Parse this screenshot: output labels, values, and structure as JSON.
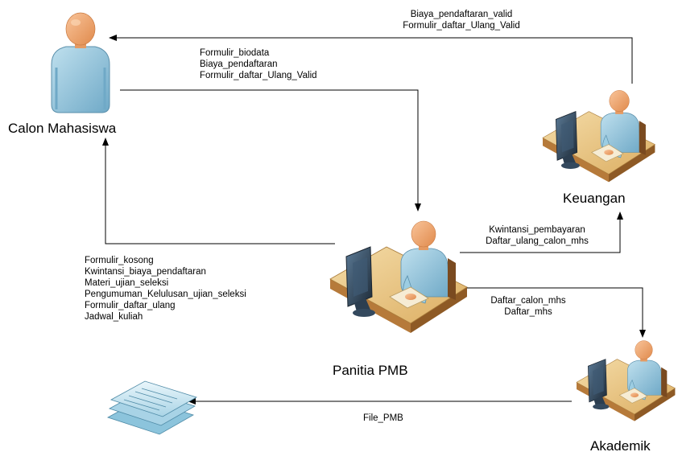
{
  "entities": {
    "calon_mahasiswa": "Calon Mahasiswa",
    "keuangan": "Keuangan",
    "panitia_pmb": "Panitia PMB",
    "akademik": "Akademik"
  },
  "flows": {
    "keuangan_to_calon": [
      "Biaya_pendaftaran_valid",
      "Formulir_daftar_Ulang_Valid"
    ],
    "calon_to_panitia": [
      "Formulir_biodata",
      "Biaya_pendaftaran",
      "Formulir_daftar_Ulang_Valid"
    ],
    "panitia_to_calon": [
      "Formulir_kosong",
      "Kwintansi_biaya_pendaftaran",
      "Materi_ujian_seleksi",
      "Pengumuman_Kelulusan_ujian_seleksi",
      "Formulir_daftar_ulang",
      "Jadwal_kuliah"
    ],
    "panitia_to_keuangan": [
      "Kwintansi_pembayaran",
      "Daftar_ulang_calon_mhs"
    ],
    "panitia_to_akademik": [
      "Daftar_calon_mhs",
      "Daftar_mhs"
    ],
    "akademik_to_file": [
      "File_PMB"
    ]
  },
  "colors": {
    "skin": "#f2a068",
    "shirt": "#8fc6de",
    "desk_top": "#e9c98a",
    "desk_side": "#b67a3a",
    "monitor": "#2c3e50",
    "line": "#000000"
  },
  "icons": [
    "person-icon",
    "computer-worker-icon",
    "document-stack-icon"
  ]
}
